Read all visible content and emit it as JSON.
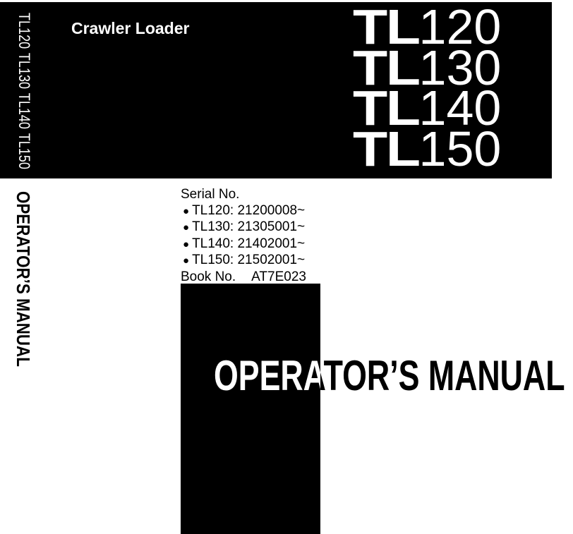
{
  "cover": {
    "side_models": [
      "TL120",
      "TL130",
      "TL140",
      "TL150"
    ],
    "category": "Crawler Loader",
    "models": [
      {
        "prefix": "TL",
        "number": "120"
      },
      {
        "prefix": "TL",
        "number": "130"
      },
      {
        "prefix": "TL",
        "number": "140"
      },
      {
        "prefix": "TL",
        "number": "150"
      }
    ],
    "side_title": "OPERATOR’S MANUAL",
    "serial_heading": "Serial No.",
    "serials": [
      "TL120: 21200008~",
      "TL130: 21305001~",
      "TL140: 21402001~",
      "TL150: 21502001~"
    ],
    "bullet": "●",
    "book_label": "Book No.",
    "book_number": "AT7E023",
    "main_title": "OPERATOR’S MANUAL"
  }
}
